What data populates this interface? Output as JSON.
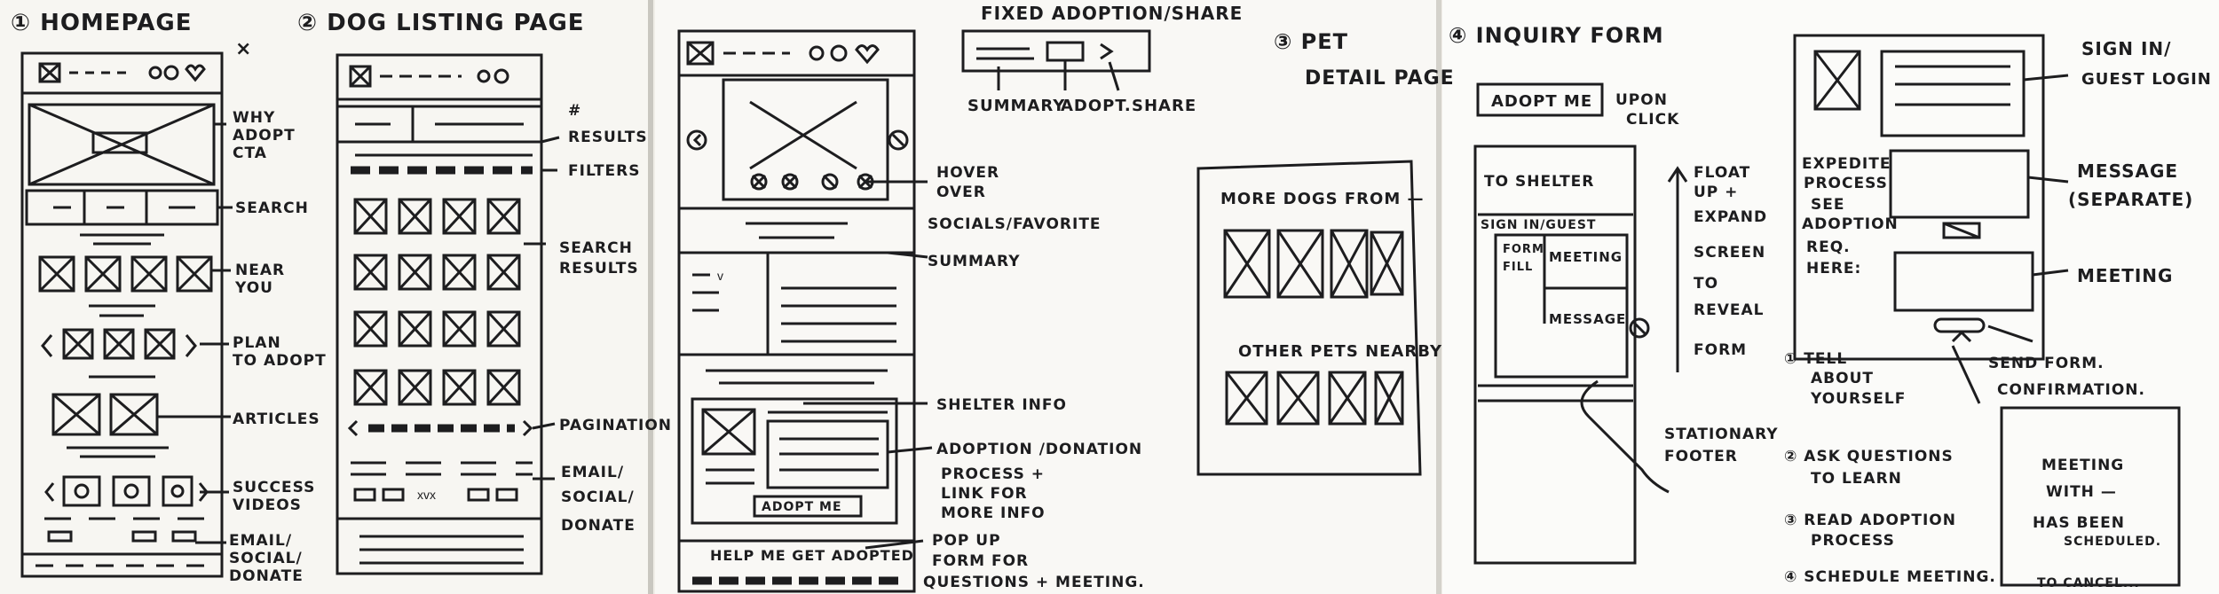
{
  "sheet1": {
    "section_title": "① HOMEPAGE",
    "annotations": {
      "why_adopt": [
        "WHY",
        "ADOPT",
        "CTA"
      ],
      "search": "SEARCH",
      "near_you": [
        "NEAR",
        "YOU"
      ],
      "plan_to_adopt": [
        "PLAN",
        "TO ADOPT"
      ],
      "articles": "ARTICLES",
      "success_videos": [
        "SUCCESS",
        "VIDEOS"
      ],
      "email_social": [
        "EMAIL/",
        "SOCIAL/",
        "DONATE"
      ]
    }
  },
  "sheet2": {
    "section_title": "② DOG LISTING PAGE",
    "annotations": {
      "results": [
        "#",
        "RESULTS"
      ],
      "filters": "FILTERS",
      "search_results": [
        "SEARCH",
        "RESULTS"
      ],
      "pagination": "PAGINATION",
      "email_social": [
        "EMAIL/",
        "SOCIAL/",
        "DONATE"
      ]
    }
  },
  "sheet3": {
    "fixed_bar_title": "FIXED ADOPTION/SHARE",
    "fixed_bar_labels": [
      "SUMMARY",
      "ADOPT.",
      "SHARE"
    ],
    "section_title": [
      "③ PET",
      "DETAIL PAGE"
    ],
    "annotations": {
      "hover": [
        "HOVER",
        "OVER",
        "SOCIALS/FAVORITE"
      ],
      "summary": "SUMMARY",
      "shelter_info": "SHELTER INFO",
      "adoption_process": [
        "ADOPTION /DONATION",
        "PROCESS +",
        "LINK FOR",
        "MORE INFO"
      ],
      "popup_form": [
        "POP UP",
        "FORM FOR",
        "QUESTIONS + MEETING."
      ]
    },
    "adopt_button": "ADOPT ME",
    "help_text": "HELP ME GET ADOPTED",
    "more_dogs": "MORE DOGS FROM —",
    "other_pets": "OTHER PETS NEARBY"
  },
  "sheet4": {
    "section_title": "④ INQUIRY FORM",
    "adopt_button": "ADOPT ME",
    "upon_click": [
      "UPON",
      "CLICK"
    ],
    "to_shelter": "TO SHELTER",
    "signin_guest": "SIGN IN/GUEST",
    "form_fill": [
      "FORM",
      "FILL"
    ],
    "meeting": "MEETING",
    "message": "MESSAGE",
    "float_up": [
      "FLOAT",
      "UP +",
      "EXPAND",
      "SCREEN",
      "TO",
      "REVEAL",
      "FORM"
    ],
    "stationary_footer": [
      "STATIONARY",
      "FOOTER"
    ],
    "steps": [
      "① TELL",
      "ABOUT",
      "YOURSELF",
      "② ASK QUESTIONS",
      "TO LEARN",
      "③ READ ADOPTION",
      "PROCESS",
      "④ SCHEDULE MEETING."
    ],
    "expedite": [
      "EXPEDITE",
      "PROCESS",
      "SEE",
      "ADOPTION",
      "REQ.",
      "HERE:"
    ],
    "signin_guest_login": [
      "SIGN IN/",
      "GUEST LOGIN"
    ],
    "message_separate": [
      "MESSAGE",
      "(SEPARATE)"
    ],
    "meeting_label": "MEETING",
    "send_form": [
      "SEND FORM.",
      "CONFIRMATION."
    ],
    "confirmation_box": [
      "MEETING",
      "WITH —",
      "HAS BEEN",
      "SCHEDULED."
    ],
    "to_cancel": "TO CANCEL..."
  }
}
